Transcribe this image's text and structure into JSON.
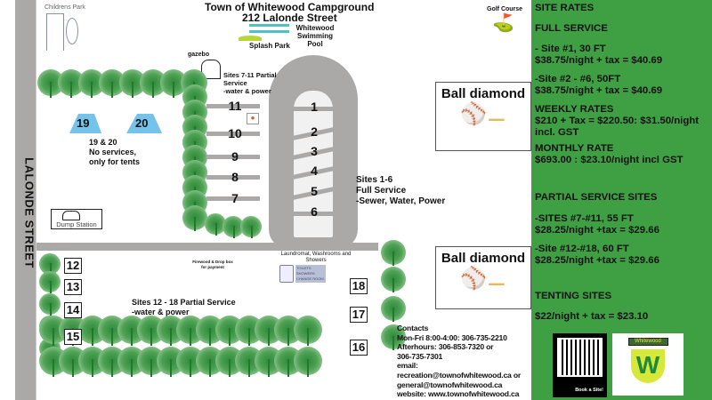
{
  "title": "Town of Whitewood Campground",
  "address": "212 Lalonde Street",
  "street": "LALONDE STREET",
  "childrens_park": "Childrens Park",
  "pool": "Whitewood Swimming Pool",
  "splash_park": "Splash Park",
  "golf_course": "Golf Course",
  "gazebo": "gazebo",
  "sites_7_11": [
    "Sites 7-11 Partial",
    "Service",
    "-water & power"
  ],
  "sites_1_6": [
    "Sites 1-6",
    "Full Service",
    "-Sewer, Water, Power"
  ],
  "tents_note": [
    "19 & 20",
    "No services,",
    "only for tents"
  ],
  "tent_sites": [
    "19",
    "20"
  ],
  "dump_station": "Dump Station",
  "laundromat": "Laundromat, Washrooms and Showers",
  "laundromat_sign": [
    "TOILETS",
    "SHOWERS",
    "CHANGE ROOM"
  ],
  "firewood": "Firewood & Drop box for payment",
  "sites_12_18": [
    "Sites 12 - 18 Partial Service",
    "-water & power"
  ],
  "oval_sites": [
    "1",
    "2",
    "3",
    "4",
    "5",
    "6"
  ],
  "left_sites": [
    "11",
    "10",
    "9",
    "8",
    "7"
  ],
  "lower_left_sites": [
    "12",
    "13",
    "14",
    "15"
  ],
  "lower_right_sites": [
    "18",
    "17",
    "16"
  ],
  "ball_diamond": "Ball diamond",
  "contacts": [
    "Contacts",
    "Mon-Fri 8:00-4:00: 306-735-2210",
    "Afterhours: 306-853-7320 or",
    "306-735-7301",
    "email:",
    "recreation@townofwhitewood.ca or",
    "general@townofwhitewood.ca",
    "website: www.townofwhitewood.ca"
  ],
  "rates": {
    "heading": "SITE RATES",
    "full": "FULL SERVICE",
    "site1": [
      "- Site #1, 30 FT",
      "$38.75/night + tax = $40.69"
    ],
    "site2_6": [
      "-Site #2 - #6, 50FT",
      "$38.75/night + tax = $40.69"
    ],
    "weekly": [
      "WEEKLY RATES",
      "$210 + Tax = $220.50:  $31.50/night incl. GST"
    ],
    "monthly": [
      "MONTHLY RATE",
      "$693.00 : $23.10/night incl GST"
    ],
    "partial": "PARTIAL SERVICE SITES",
    "sites7_11": [
      "-SITES #7-#11, 55 FT",
      "$28.25/night +tax = $29.66"
    ],
    "sites12_18": [
      "-Site #12-#18, 60 FT",
      "$28.25/night +tax = $29.66"
    ],
    "tenting": "TENTING SITES",
    "tent_rate": "$22/night + tax = $23.10"
  },
  "qr_caption": "Book a Site!",
  "crest_text": "Whitewood",
  "colors": {
    "panel": "#3fa043",
    "road": "#aaa9a8",
    "tree": "#2f8a3a"
  }
}
